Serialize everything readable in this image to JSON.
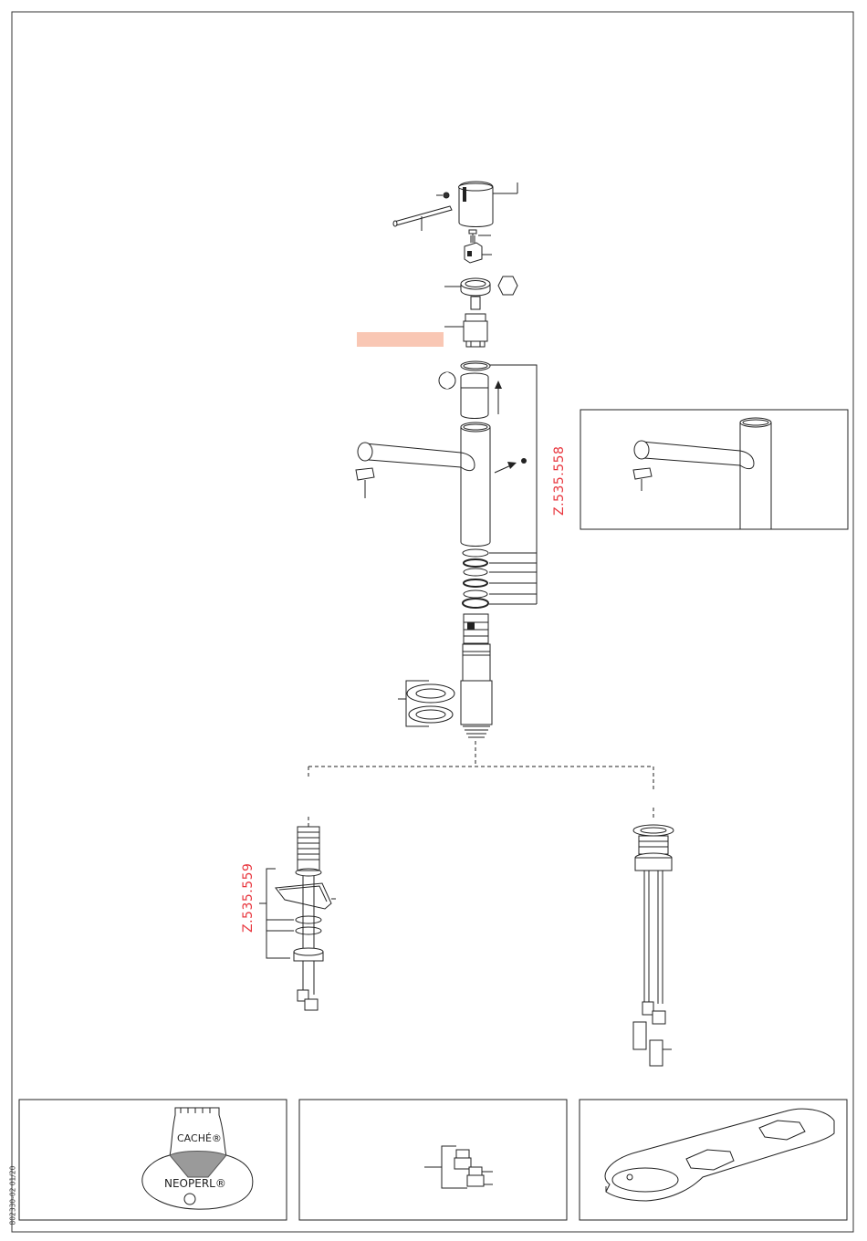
{
  "document": {
    "id": "802330-02 01/20"
  },
  "part_codes": {
    "spout_set": "Z.535.558",
    "mounting_set": "Z.535.559"
  },
  "tools": {
    "aerator_key": {
      "brand_top": "CACHÉ®",
      "brand_bottom": "NEOPERL®"
    }
  },
  "colors": {
    "line": "#222222",
    "accent_red": "#e8343c",
    "highlight": "#f9c7b4"
  }
}
